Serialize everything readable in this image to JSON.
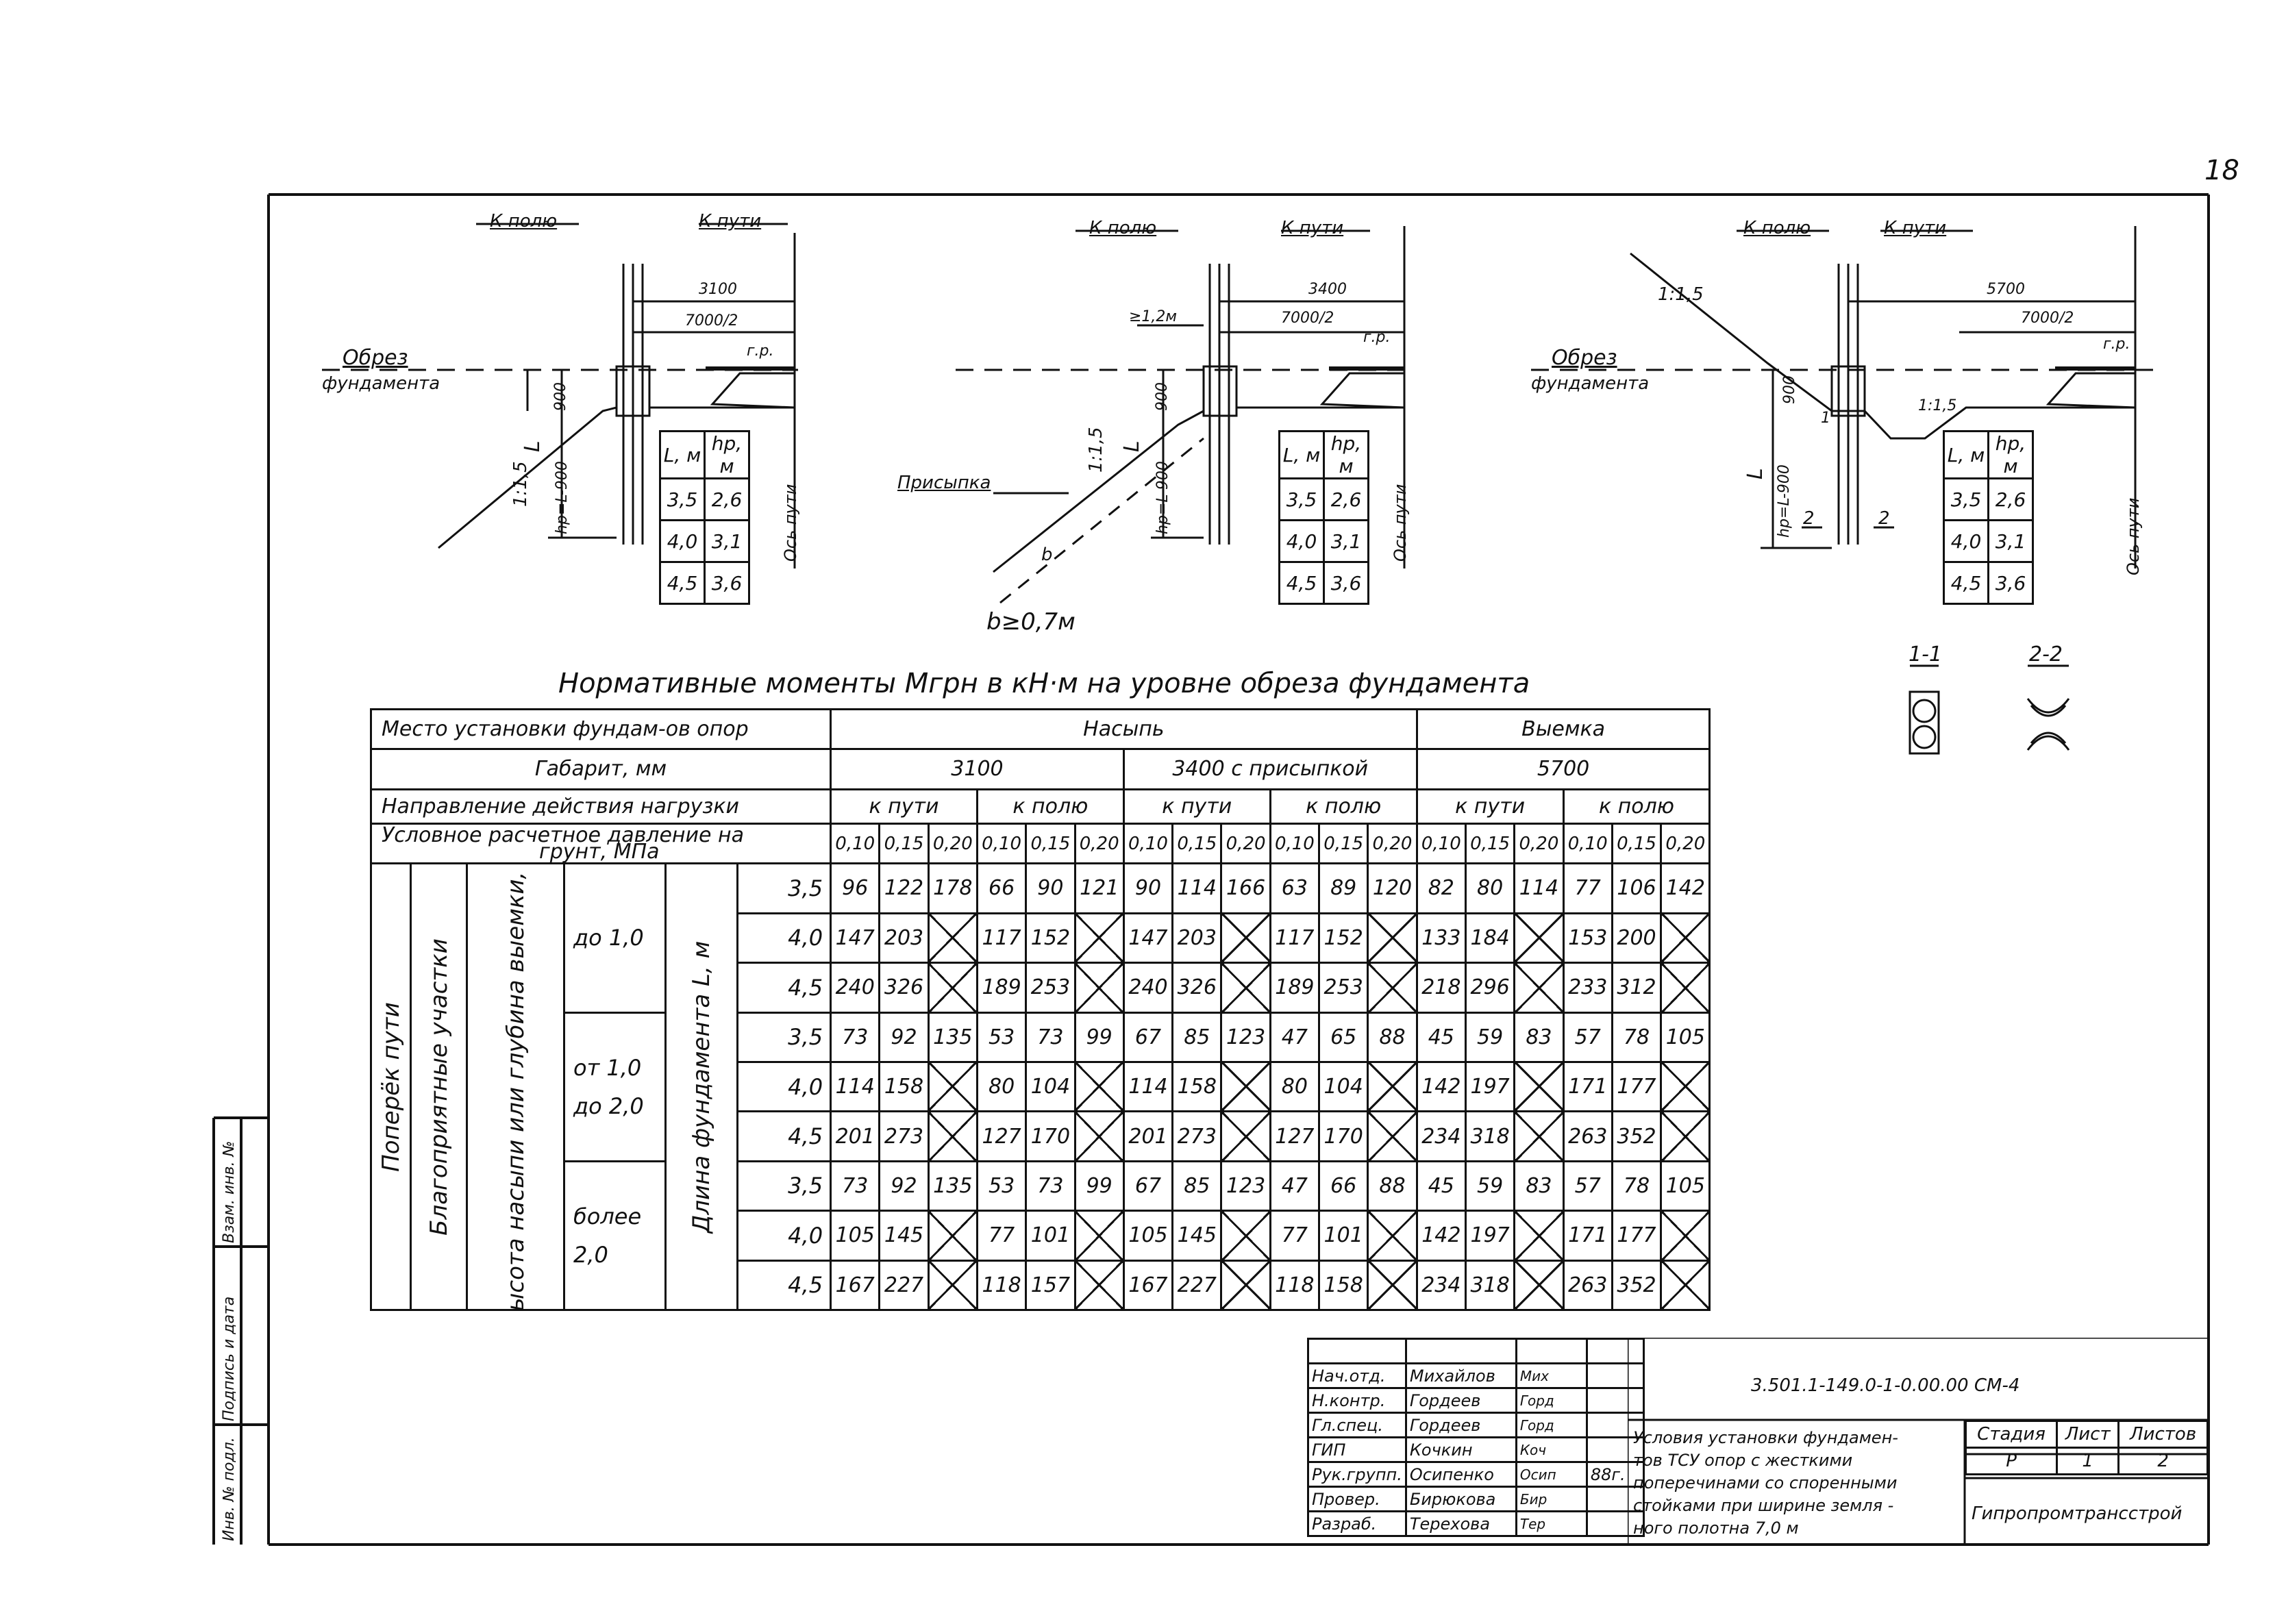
{
  "page_number": "18",
  "sections": [
    {
      "to_field": "К полю",
      "to_track": "К пути",
      "gauge": "3100",
      "half_width": "7000/2",
      "gp": "г.р.",
      "found_cut_line1": "Обрез",
      "found_cut_line2": "фундамента",
      "depth": "900",
      "slope": "1:1,5",
      "L": "L",
      "hp": "hp=L-900",
      "axis": "Ось пути"
    },
    {
      "to_field": "К полю",
      "to_track": "К пути",
      "gauge": "3400",
      "berm": "≥1,2м",
      "half_width": "7000/2",
      "gp": "г.р.",
      "depth": "900",
      "slope": "1:1,5",
      "fill_label": "Присыпка",
      "b_label": "b",
      "b_note": "b≥0,7м",
      "L": "L",
      "hp": "hp=L-900",
      "axis": "Ось пути"
    },
    {
      "to_field": "К полю",
      "to_track": "К пути",
      "gauge": "5700",
      "half_width": "7000/2",
      "gp": "г.р.",
      "slope_top": "1:1,5",
      "slope_ditch": "1:1,5",
      "found_cut_line1": "Обрез",
      "found_cut_line2": "фундамента",
      "depth": "900",
      "L": "L",
      "hp": "hp=L-900",
      "mark_1": "1",
      "mark_2": "2",
      "axis": "Ось пути"
    }
  ],
  "leader_table": {
    "head_L": "L, м",
    "head_hp": "hp, м",
    "rows": [
      [
        "3,5",
        "2,6"
      ],
      [
        "4,0",
        "3,1"
      ],
      [
        "4,5",
        "3,6"
      ]
    ]
  },
  "section_views": {
    "s11": "1-1",
    "s22": "2-2"
  },
  "table_title": "Нормативные моменты Mгрн в кН·м на уровне обреза фундамента",
  "table": {
    "place": "Место установки фундам-ов опор",
    "gabarit": "Габарит, мм",
    "direction": "Направление действия нагрузки",
    "pressure_1": "Условное расчетное давление на",
    "pressure_2": "грунт, МПа",
    "fill": "Насыпь",
    "cut": "Выемка",
    "g1": "3100",
    "g2": "3400 с присыпкой",
    "g3": "5700",
    "to_track": "к пути",
    "to_field": "к полю",
    "pressures": [
      "0,10",
      "0,15",
      "0,20",
      "0,10",
      "0,15",
      "0,20",
      "0,10",
      "0,15",
      "0,20",
      "0,10",
      "0,15",
      "0,20",
      "0,10",
      "0,15",
      "0,20",
      "0,10",
      "0,15",
      "0,20"
    ],
    "side1": "Поперёк пути",
    "side2": "Благоприятные участки",
    "side3": "Высота насыпи или глубина выемки, м",
    "side4": "Длина фундамента L, м",
    "h1": "до 1,0",
    "h2a": "от 1,0",
    "h2b": "до 2,0",
    "h3a": "более",
    "h3b": "2,0",
    "lengths": [
      "3,5",
      "4,0",
      "4,5",
      "3,5",
      "4,0",
      "4,5",
      "3,5",
      "4,0",
      "4,5"
    ],
    "rows": [
      [
        "96",
        "122",
        "178",
        "66",
        "90",
        "121",
        "90",
        "114",
        "166",
        "63",
        "89",
        "120",
        "82",
        "80",
        "114",
        "77",
        "106",
        "142"
      ],
      [
        "147",
        "203",
        "X",
        "117",
        "152",
        "X",
        "147",
        "203",
        "X",
        "117",
        "152",
        "X",
        "133",
        "184",
        "X",
        "153",
        "200",
        "X"
      ],
      [
        "240",
        "326",
        "X",
        "189",
        "253",
        "X",
        "240",
        "326",
        "X",
        "189",
        "253",
        "X",
        "218",
        "296",
        "X",
        "233",
        "312",
        "X"
      ],
      [
        "73",
        "92",
        "135",
        "53",
        "73",
        "99",
        "67",
        "85",
        "123",
        "47",
        "65",
        "88",
        "45",
        "59",
        "83",
        "57",
        "78",
        "105"
      ],
      [
        "114",
        "158",
        "X",
        "80",
        "104",
        "X",
        "114",
        "158",
        "X",
        "80",
        "104",
        "X",
        "142",
        "197",
        "X",
        "171",
        "177",
        "X"
      ],
      [
        "201",
        "273",
        "X",
        "127",
        "170",
        "X",
        "201",
        "273",
        "X",
        "127",
        "170",
        "X",
        "234",
        "318",
        "X",
        "263",
        "352",
        "X"
      ],
      [
        "73",
        "92",
        "135",
        "53",
        "73",
        "99",
        "67",
        "85",
        "123",
        "47",
        "66",
        "88",
        "45",
        "59",
        "83",
        "57",
        "78",
        "105"
      ],
      [
        "105",
        "145",
        "X",
        "77",
        "101",
        "X",
        "105",
        "145",
        "X",
        "77",
        "101",
        "X",
        "142",
        "197",
        "X",
        "171",
        "177",
        "X"
      ],
      [
        "167",
        "227",
        "X",
        "118",
        "157",
        "X",
        "167",
        "227",
        "X",
        "118",
        "158",
        "X",
        "234",
        "318",
        "X",
        "263",
        "352",
        "X"
      ]
    ]
  },
  "side_stamp": [
    "Инв. № подл.",
    "Подпись и дата",
    "Взам. инв. №"
  ],
  "title_block": {
    "roles": [
      "Нач.отд.",
      "Н.контр.",
      "Гл.спец.",
      "ГИП",
      "Рук.групп.",
      "Провер.",
      "Разраб."
    ],
    "names": [
      "Михайлов",
      "Гордеев",
      "Гордеев",
      "Кочкин",
      "Осипенко",
      "Бирюкова",
      "Терехова"
    ],
    "signs": [
      "Мих",
      "Горд",
      "Горд",
      "Коч",
      "Осип",
      "Бир",
      "Тер"
    ],
    "date": "88г.",
    "doc_code": "3.501.1-149.0-1-0.00.00 СМ-4",
    "title": "Условия установки фундаментов ТСУ опор с жесткими поперечинами со споренными стойками при ширине земляного полотна 7,0 м",
    "title_lines": [
      "Условия установки фундамен-",
      "тов ТСУ опор с жесткими",
      "поперечинами со споренными",
      "стойками при ширине земля -",
      "ного полотна 7,0 м"
    ],
    "stage_h": "Стадия",
    "sheet_h": "Лист",
    "sheets_h": "Листов",
    "stage": "Р",
    "sheet": "1",
    "sheets": "2",
    "org": "Гипропромтрансстрой"
  }
}
